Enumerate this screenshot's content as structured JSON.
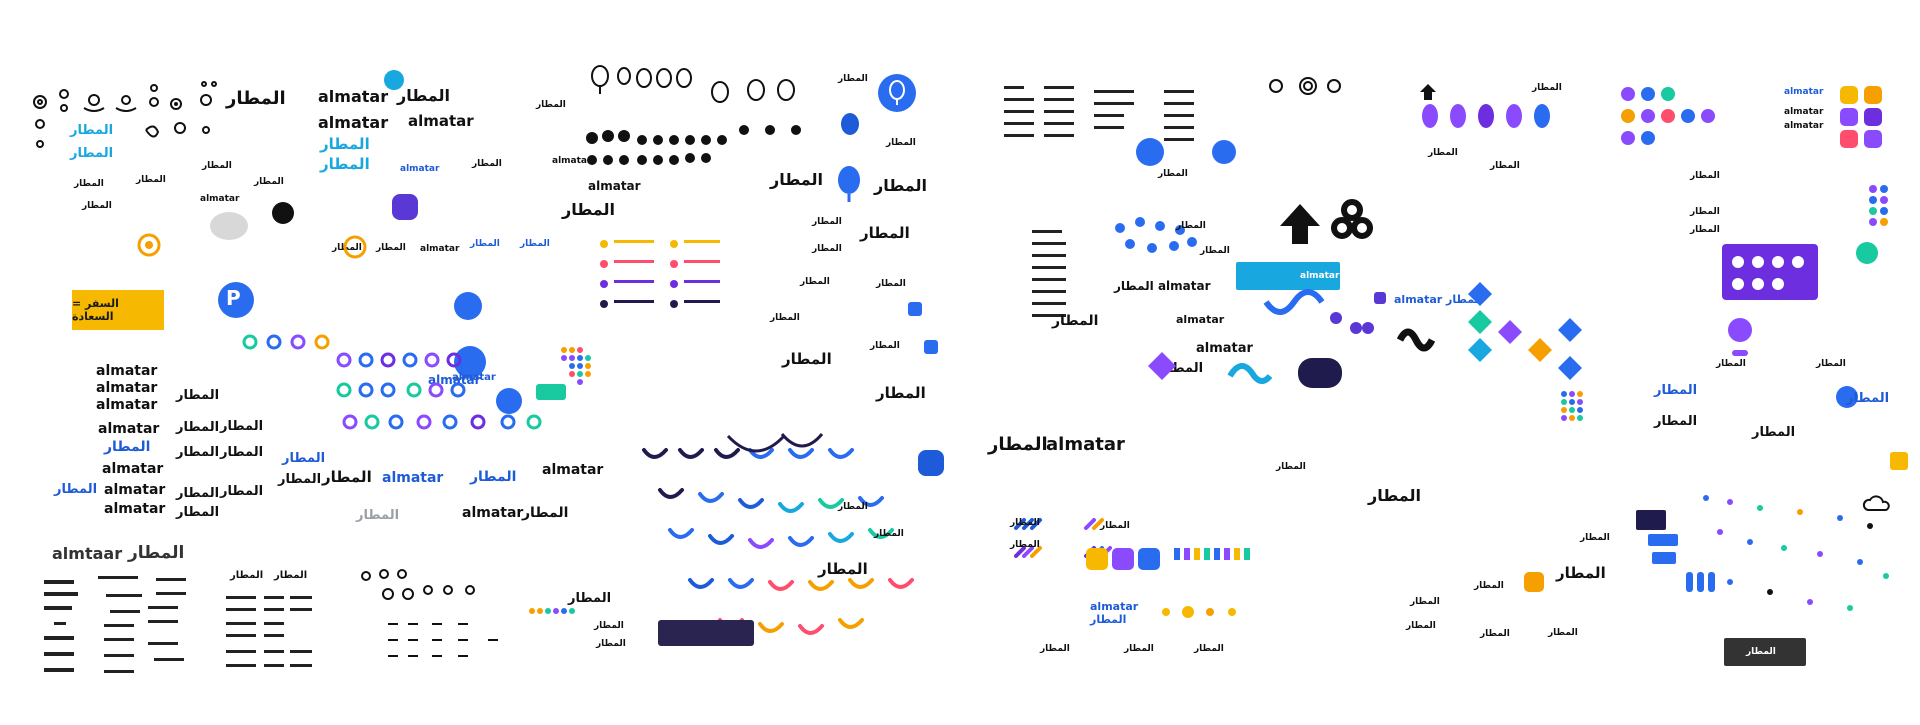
{
  "palette": {
    "black": "#111111",
    "blue": "#1e5bd8",
    "royal": "#2a6cf0",
    "cyan": "#18a7df",
    "purple": "#6d2ee0",
    "violet": "#8a4bff",
    "orange": "#f5a000",
    "yellow": "#f6b800",
    "green": "#19c9a0",
    "navy": "#1f1b4d",
    "pink": "#ff4d6d",
    "grey": "#9aa0a6"
  },
  "wordmarks": {
    "latin": "almatar",
    "arabic": "المطار",
    "combo_latin_arabic": "almatar المطار",
    "combo_arabic_latin": "المطار almatar",
    "stencil_latin": "almtaar",
    "stencil_arabic": "المطار"
  },
  "banner": {
    "text": "السفر = السعادة"
  },
  "icons": {
    "balloon": "balloon-icon",
    "pin": "location-pin-icon",
    "swirl": "swirl-icon",
    "wave": "wave-icon",
    "arrow": "arrow-up-icon",
    "cloud": "cloud-icon"
  }
}
